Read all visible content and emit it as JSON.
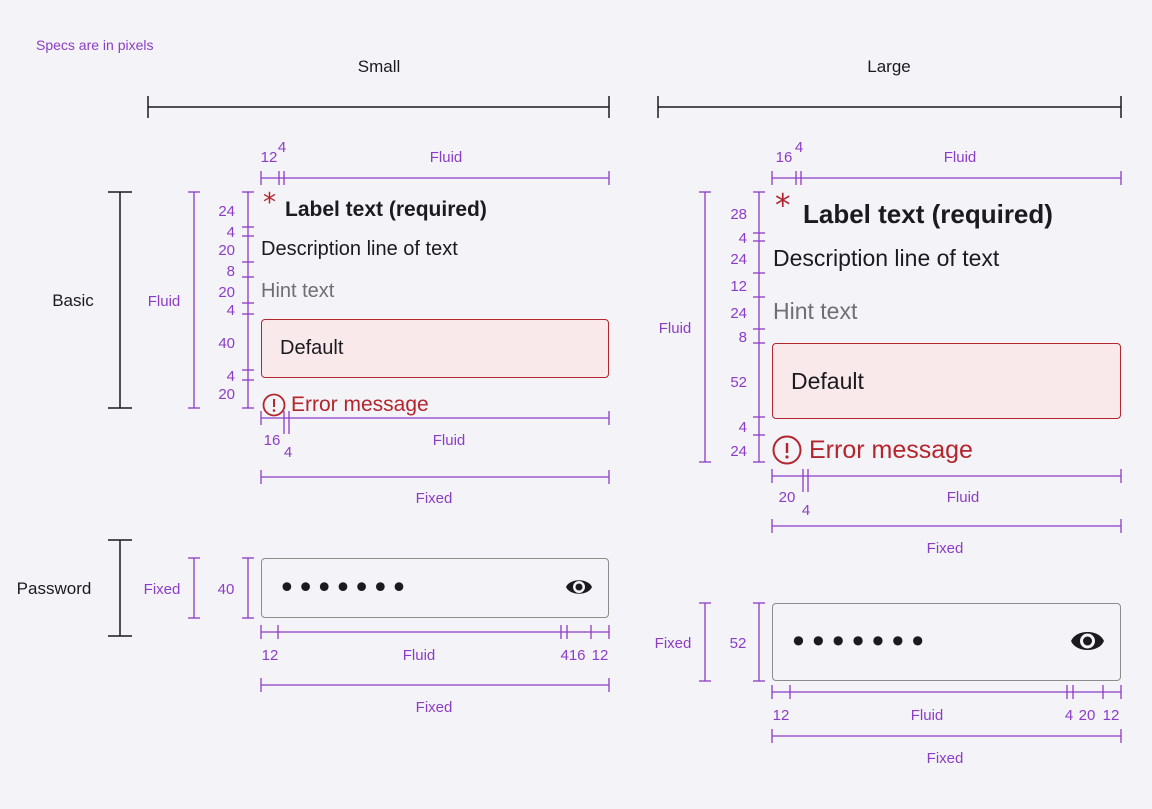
{
  "note": "Specs are in pixels",
  "columns": {
    "small": "Small",
    "large": "Large"
  },
  "rows": {
    "basic": "Basic",
    "password": "Password"
  },
  "spec_words": {
    "fluid": "Fluid",
    "fixed": "Fixed"
  },
  "colors": {
    "spec": "#8b3dc7",
    "error": "#b3262d",
    "error_fill": "#f9e9ea",
    "text": "#1b1b1f",
    "hint": "#6e6e73",
    "neutral_border": "#8c8c8c"
  },
  "icons": {
    "required": "asterisk-icon",
    "error": "error-circle-icon",
    "reveal": "eye-icon"
  },
  "small": {
    "field": {
      "required_mark": "*",
      "label": "Label text (required)",
      "description": "Description line of text",
      "hint": "Hint text",
      "input_value": "Default",
      "error_message": "Error message"
    },
    "vertical_spacing": [
      "24",
      "4",
      "20",
      "8",
      "20",
      "4",
      "40",
      "4",
      "20"
    ],
    "label_offsets": [
      "12",
      "4"
    ],
    "error_offsets": [
      "16",
      "4"
    ],
    "password": {
      "masked_value": "•••••••",
      "height_spec": "40",
      "offsets": [
        "12",
        "416",
        "12"
      ]
    }
  },
  "large": {
    "field": {
      "required_mark": "*",
      "label": "Label text (required)",
      "description": "Description line of text",
      "hint": "Hint text",
      "input_value": "Default",
      "error_message": "Error message"
    },
    "vertical_spacing": [
      "28",
      "4",
      "24",
      "12",
      "24",
      "8",
      "52",
      "4",
      "24"
    ],
    "label_offsets": [
      "16",
      "4"
    ],
    "error_offsets": [
      "20",
      "4"
    ],
    "password": {
      "masked_value": "•••••••",
      "height_spec": "52",
      "offsets": [
        "12",
        "4",
        "20",
        "12"
      ]
    }
  }
}
